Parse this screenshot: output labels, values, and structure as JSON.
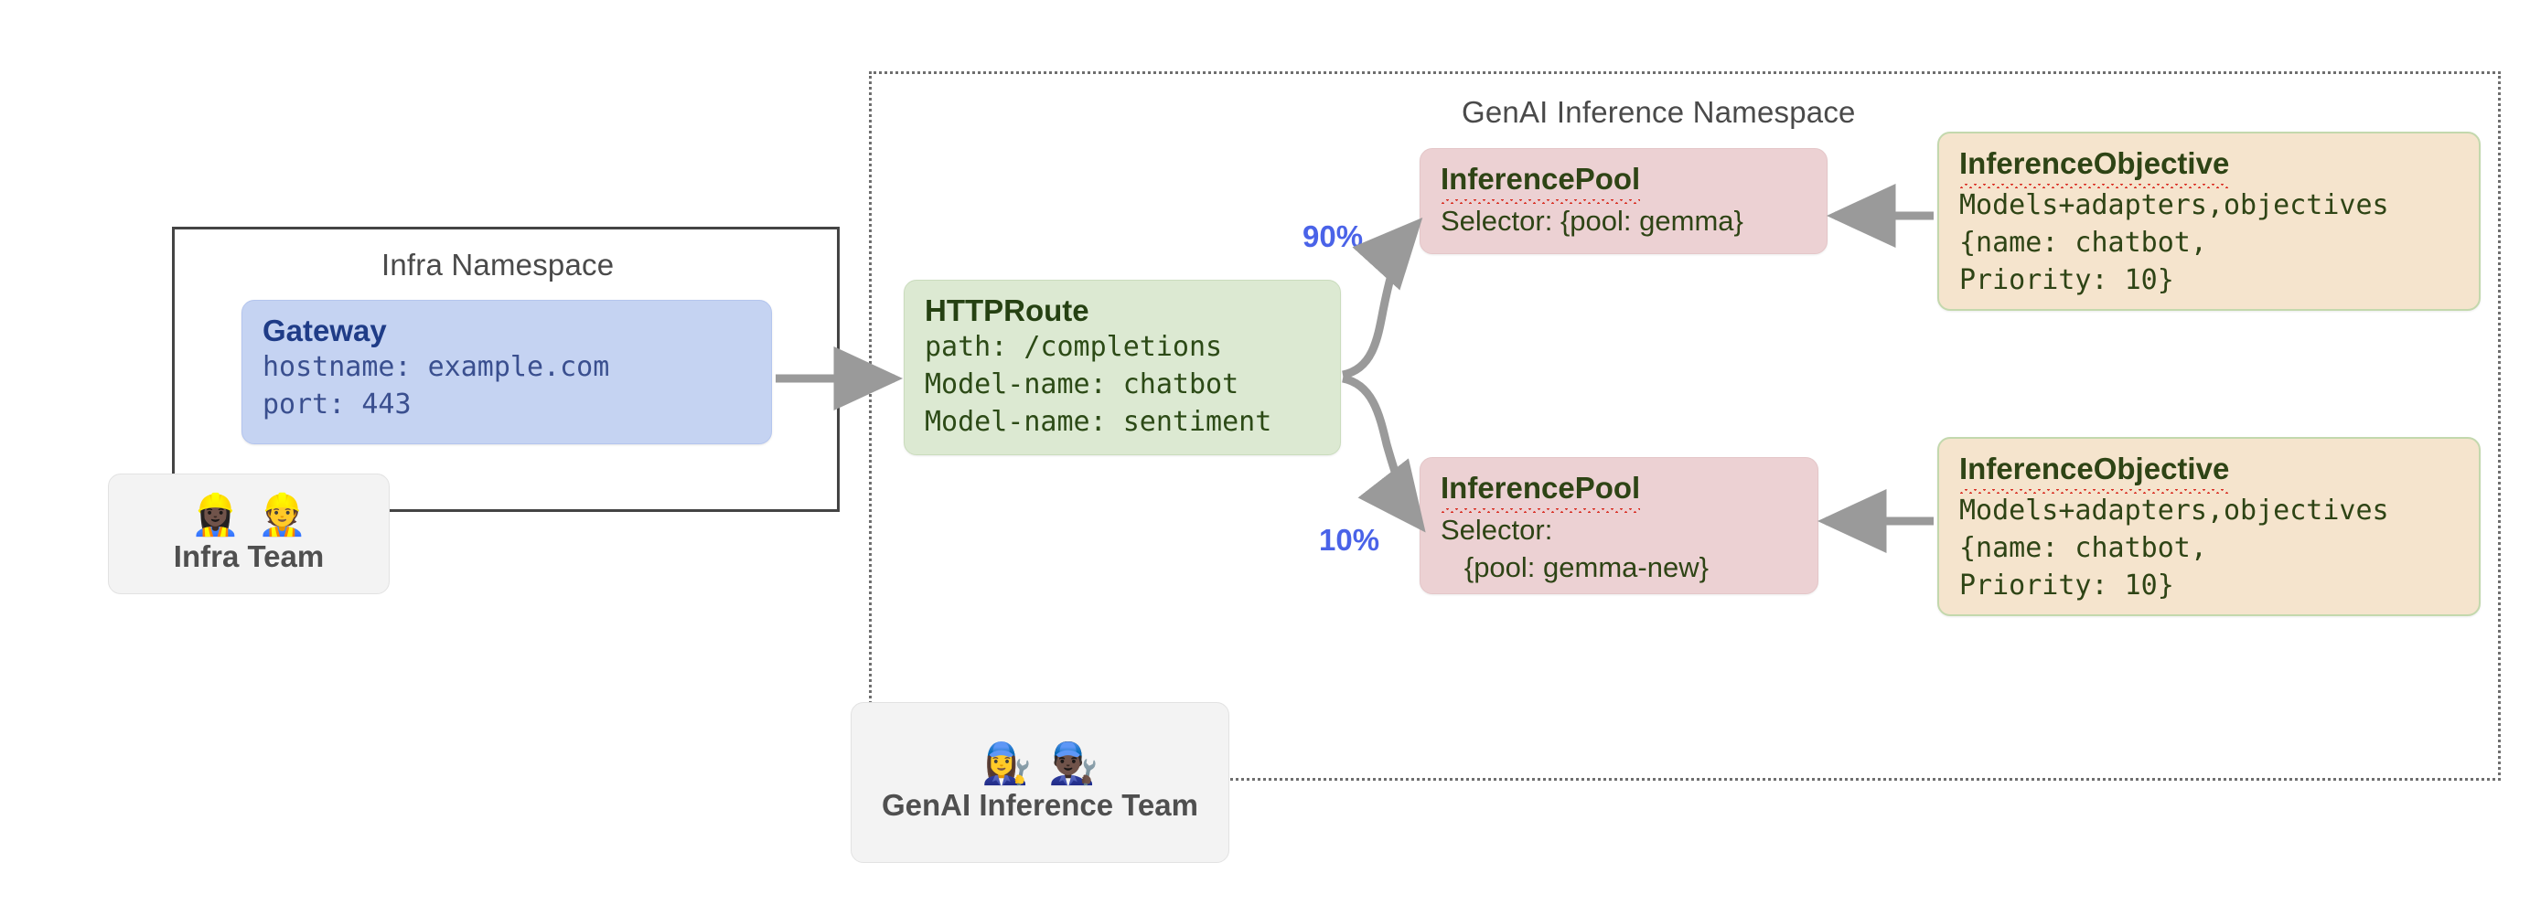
{
  "diagram": {
    "namespaces": [
      {
        "id": "infra",
        "title": "Infra Namespace"
      },
      {
        "id": "genai",
        "title": "GenAI Inference Namespace"
      }
    ],
    "gateway": {
      "title": "Gateway",
      "lines": [
        "hostname: example.com",
        "port: 443"
      ]
    },
    "httproute": {
      "title": "HTTPRoute",
      "lines": [
        "path: /completions",
        "Model-name: chatbot",
        "Model-name: sentiment"
      ]
    },
    "pools": [
      {
        "id": "pool-gemma",
        "title": "InferencePool",
        "lines": [
          "Selector: {pool: gemma}"
        ],
        "weight_label": "90%"
      },
      {
        "id": "pool-gemma-new",
        "title": "InferencePool",
        "lines": [
          "Selector:",
          "   {pool: gemma-new}"
        ],
        "weight_label": "10%"
      }
    ],
    "objectives": [
      {
        "id": "objective-top",
        "title": "InferenceObjective",
        "lines": [
          "Models+adapters,objectives",
          "{name: chatbot,",
          "Priority: 10}"
        ]
      },
      {
        "id": "objective-bottom",
        "title": "InferenceObjective",
        "lines": [
          "Models+adapters,objectives",
          "{name: chatbot,",
          "Priority: 10}"
        ]
      }
    ],
    "teams": [
      {
        "id": "infra-team",
        "label": "Infra Team",
        "emoji": "👷🏿‍♀️👷"
      },
      {
        "id": "genai-inference-team",
        "label": "GenAI Inference Team",
        "emoji": "👩‍🔧👨🏿‍🔧"
      }
    ],
    "colors": {
      "gateway_bg": "#c5d3f2",
      "gateway_text": "#1f3c87",
      "httproute_bg": "#dce9d2",
      "httproute_text": "#254112",
      "pool_bg": "#ecd1d3",
      "pool_text": "#2e4415",
      "objective_bg": "#f5e4cd",
      "objective_border": "#c3d8ad",
      "objective_text": "#2e4415",
      "weight_label": "#4a63e8",
      "arrow": "#9a9a9a",
      "namespace_border": "#6e6e6e",
      "team_bg": "#f3f3f3",
      "spellcheck_underline": "#d93025"
    }
  }
}
